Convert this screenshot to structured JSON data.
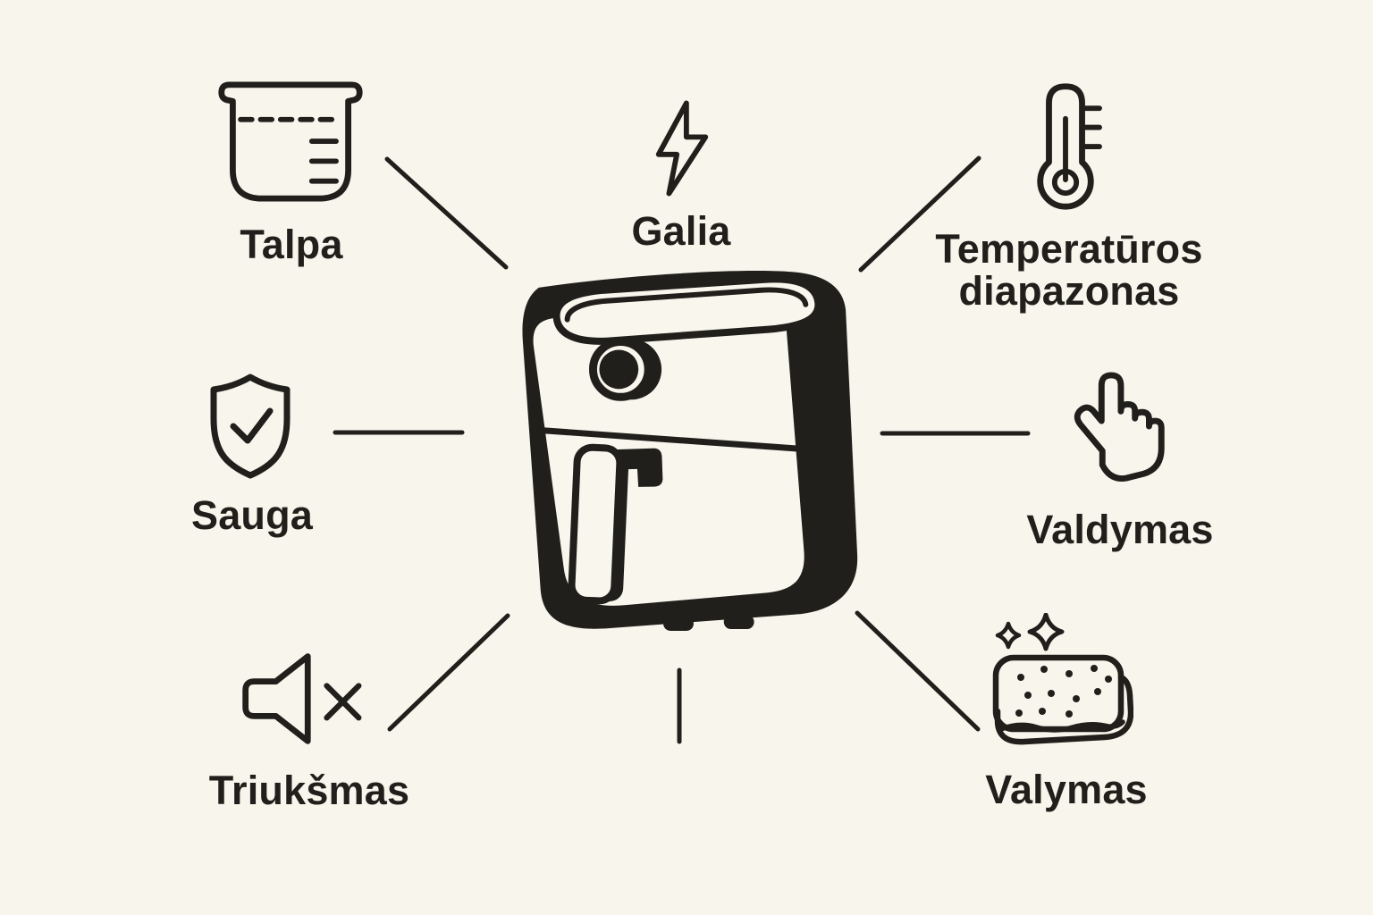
{
  "diagram": {
    "background_color": "#f8f5ec",
    "ink_color": "#211f1b",
    "center_illustration": "air-fryer",
    "features": [
      {
        "id": "capacity",
        "label": "Talpa",
        "icon": "measuring-cup-icon"
      },
      {
        "id": "power",
        "label": "Galia",
        "icon": "lightning-bolt-icon"
      },
      {
        "id": "temperature-range",
        "label": "Temperatūros diapazonas",
        "label_line1": "Temperatūros",
        "label_line2": "diapazonas",
        "icon": "thermometer-icon"
      },
      {
        "id": "safety",
        "label": "Sauga",
        "icon": "shield-check-icon"
      },
      {
        "id": "control",
        "label": "Valdymas",
        "icon": "pointing-hand-icon"
      },
      {
        "id": "noise",
        "label": "Triukšmas",
        "icon": "speaker-muted-icon"
      },
      {
        "id": "cleaning",
        "label": "Valymas",
        "icon": "sponge-sparkles-icon"
      }
    ]
  }
}
